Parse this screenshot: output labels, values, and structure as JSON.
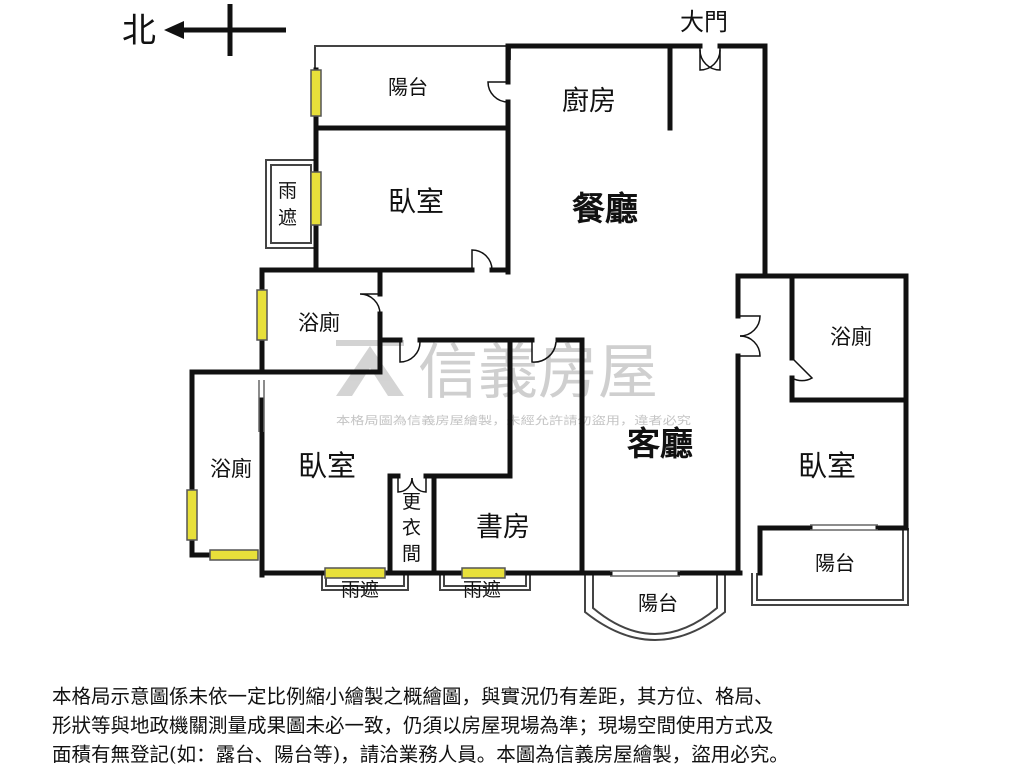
{
  "compass": {
    "north_label": "北"
  },
  "rooms": {
    "main_entrance": "大門",
    "balcony_top": "陽台",
    "kitchen": "廚房",
    "canopy_left_line1": "雨",
    "canopy_left_line2": "遮",
    "bedroom_top": "臥室",
    "dining_room": "餐廳",
    "bath_mid_left": "浴廁",
    "bath_right": "浴廁",
    "bath_far_left": "浴廁",
    "bedroom_master": "臥室",
    "living_room": "客廳",
    "bedroom_right": "臥室",
    "closet_line1": "更",
    "closet_line2": "衣",
    "closet_line3": "間",
    "study": "書房",
    "balcony_right": "陽台",
    "canopy_bottom_1": "雨遮",
    "canopy_bottom_2": "雨遮",
    "balcony_bottom": "陽台"
  },
  "watermark": {
    "brand": "信義房屋",
    "notice": "本格局圖為信義房屋繪製，未經允許請勿盜用，違者必究"
  },
  "disclaimer": {
    "line1": "本格局示意圖係未依一定比例縮小繪製之概繪圖，與實況仍有差距，其方位、格局、",
    "line2": "形狀等與地政機關測量成果圖未必一致，仍須以房屋現場為準；現場空間使用方式及",
    "line3": "面積有無登記(如：露台、陽台等)，請洽業務人員。本圖為信義房屋繪製，盜用必究。"
  },
  "colors": {
    "wall": "#111111",
    "window": "#e8e03a",
    "watermark": "#cfcfcf"
  }
}
